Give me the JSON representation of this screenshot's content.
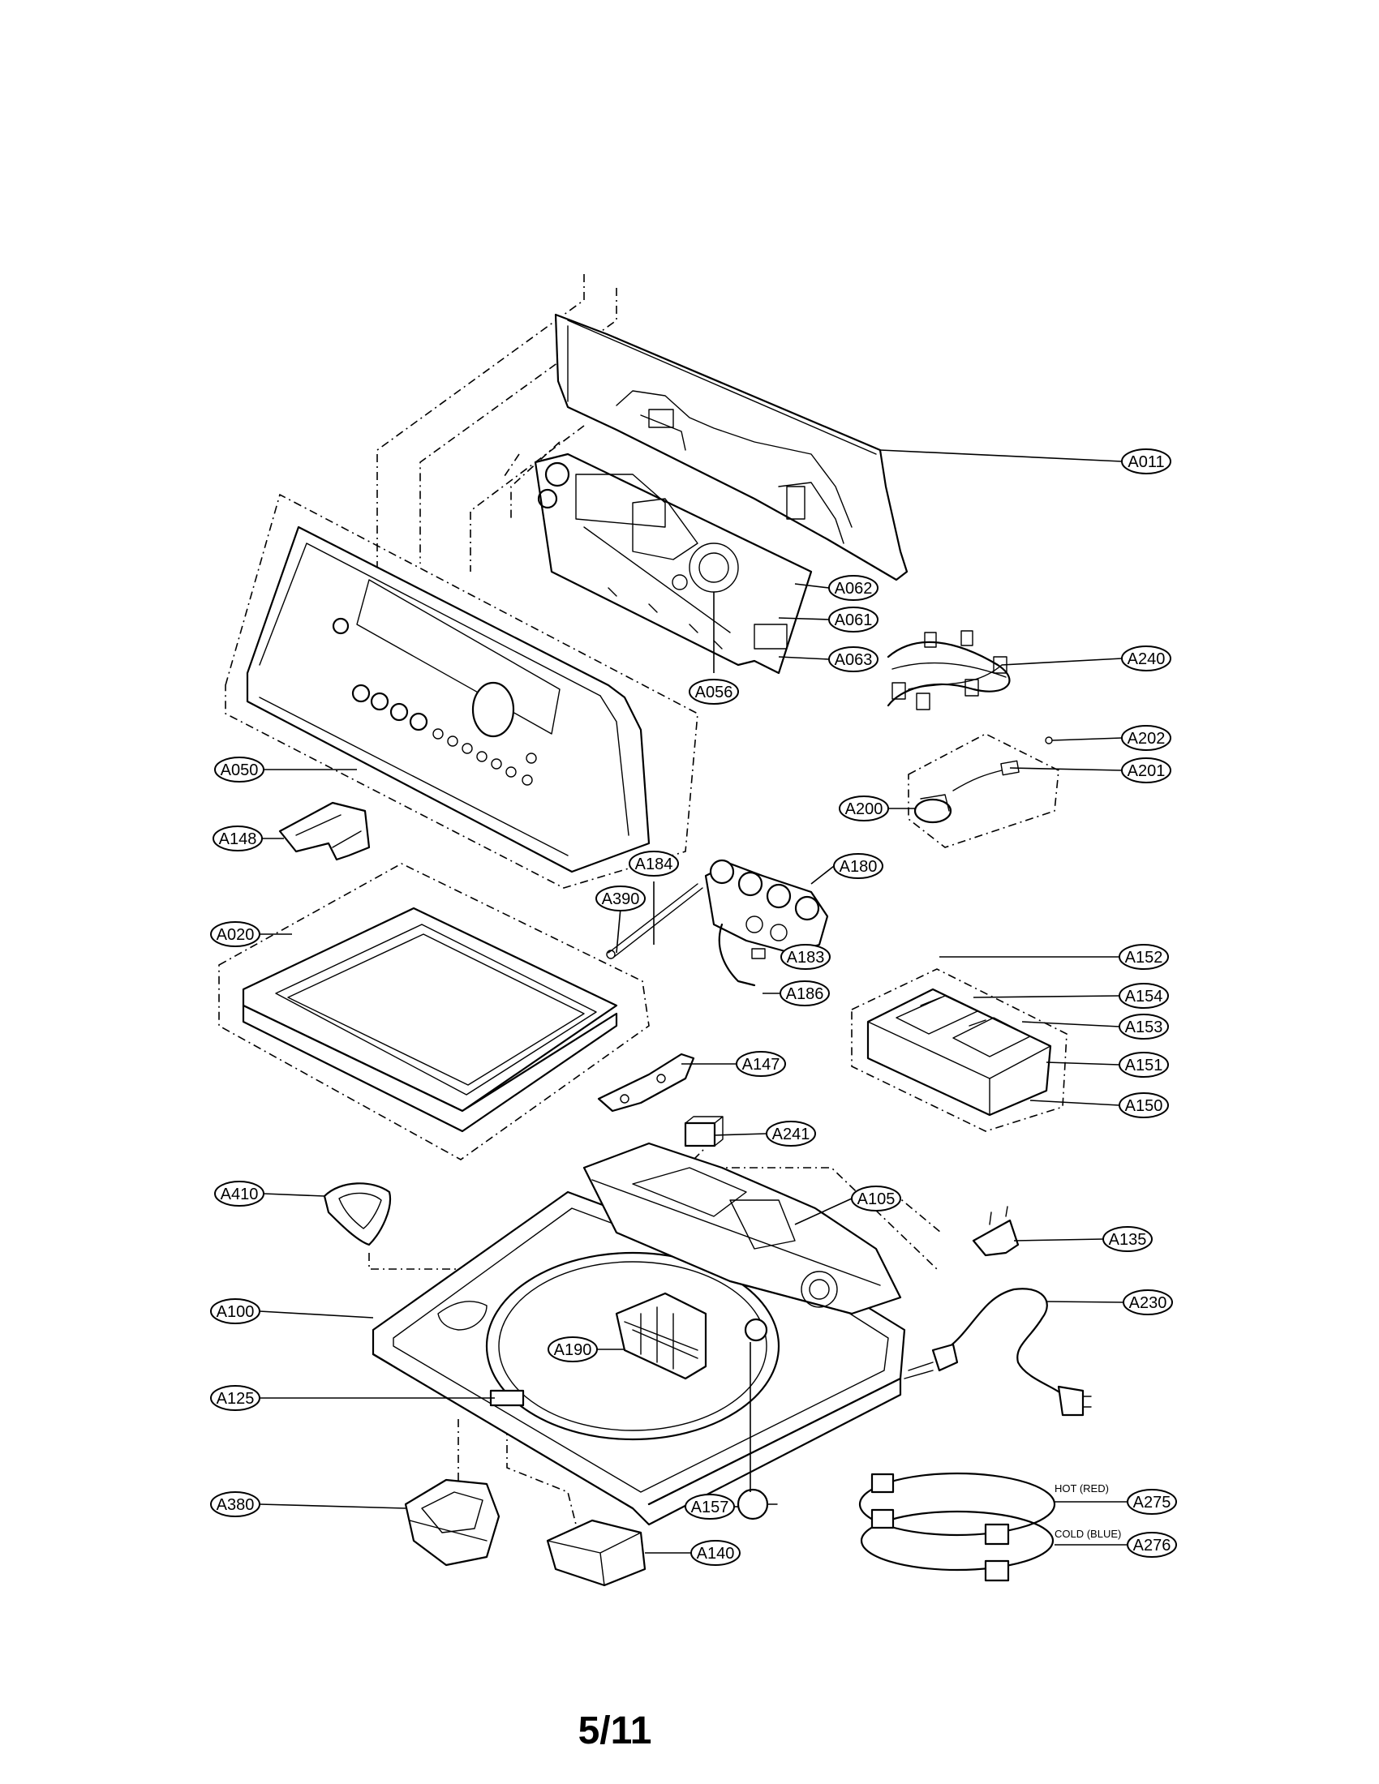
{
  "page_number": "5/11",
  "hose_labels": {
    "hot": "HOT (RED)",
    "cold": "COLD (BLUE)"
  },
  "callouts": [
    {
      "id": "a011",
      "label": "A011"
    },
    {
      "id": "a062",
      "label": "A062"
    },
    {
      "id": "a061",
      "label": "A061"
    },
    {
      "id": "a063",
      "label": "A063"
    },
    {
      "id": "a056",
      "label": "A056"
    },
    {
      "id": "a240",
      "label": "A240"
    },
    {
      "id": "a202",
      "label": "A202"
    },
    {
      "id": "a201",
      "label": "A201"
    },
    {
      "id": "a200",
      "label": "A200"
    },
    {
      "id": "a050",
      "label": "A050"
    },
    {
      "id": "a148",
      "label": "A148"
    },
    {
      "id": "a184",
      "label": "A184"
    },
    {
      "id": "a180",
      "label": "A180"
    },
    {
      "id": "a390",
      "label": "A390"
    },
    {
      "id": "a020",
      "label": "A020"
    },
    {
      "id": "a183",
      "label": "A183"
    },
    {
      "id": "a186",
      "label": "A186"
    },
    {
      "id": "a152",
      "label": "A152"
    },
    {
      "id": "a154",
      "label": "A154"
    },
    {
      "id": "a153",
      "label": "A153"
    },
    {
      "id": "a151",
      "label": "A151"
    },
    {
      "id": "a150",
      "label": "A150"
    },
    {
      "id": "a147",
      "label": "A147"
    },
    {
      "id": "a241",
      "label": "A241"
    },
    {
      "id": "a410",
      "label": "A410"
    },
    {
      "id": "a105",
      "label": "A105"
    },
    {
      "id": "a135",
      "label": "A135"
    },
    {
      "id": "a100",
      "label": "A100"
    },
    {
      "id": "a230",
      "label": "A230"
    },
    {
      "id": "a190",
      "label": "A190"
    },
    {
      "id": "a125",
      "label": "A125"
    },
    {
      "id": "a275",
      "label": "A275"
    },
    {
      "id": "a276",
      "label": "A276"
    },
    {
      "id": "a380",
      "label": "A380"
    },
    {
      "id": "a157",
      "label": "A157"
    },
    {
      "id": "a140",
      "label": "A140"
    }
  ]
}
